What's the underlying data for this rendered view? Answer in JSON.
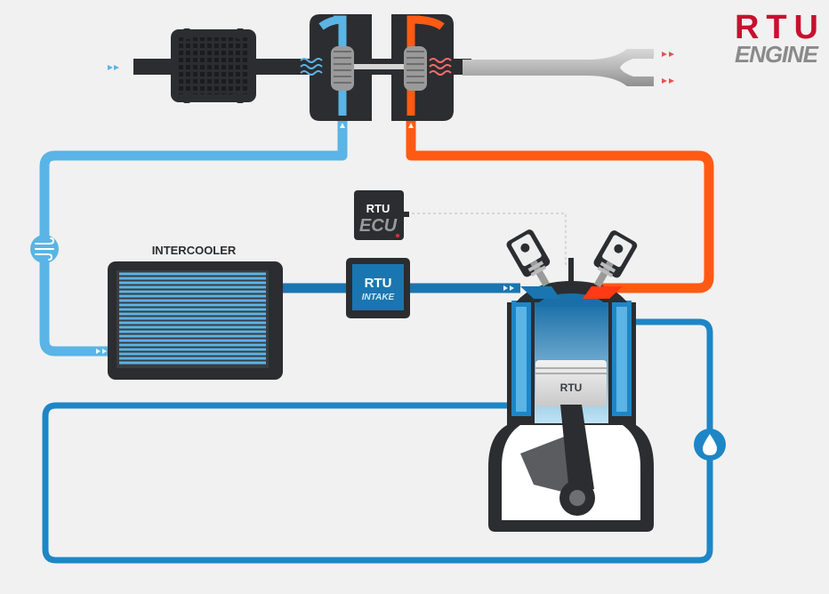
{
  "logo": {
    "line1": "RTU",
    "line2": "ENGINE",
    "color_red": "#c8102e",
    "color_grey": "#8a8a8a"
  },
  "labels": {
    "intercooler": "INTERCOOLER",
    "ecu_top": "RTU",
    "ecu_bottom": "ECU",
    "intake_top": "RTU",
    "intake_bottom": "INTAKE",
    "piston": "RTU"
  },
  "icons": {
    "airflow": "airflow-icon",
    "coolant": "water-drop-icon",
    "cold_air": "cold-wave-icon",
    "hot_air": "hot-wave-icon"
  },
  "colors": {
    "cold_pipe": "#5ab4e5",
    "intake_pipe": "#1a76b0",
    "hot_pipe": "#ff5a14",
    "return_pipe": "#1e86c6",
    "dark": "#2b2d30",
    "background": "#f1f1f1"
  }
}
